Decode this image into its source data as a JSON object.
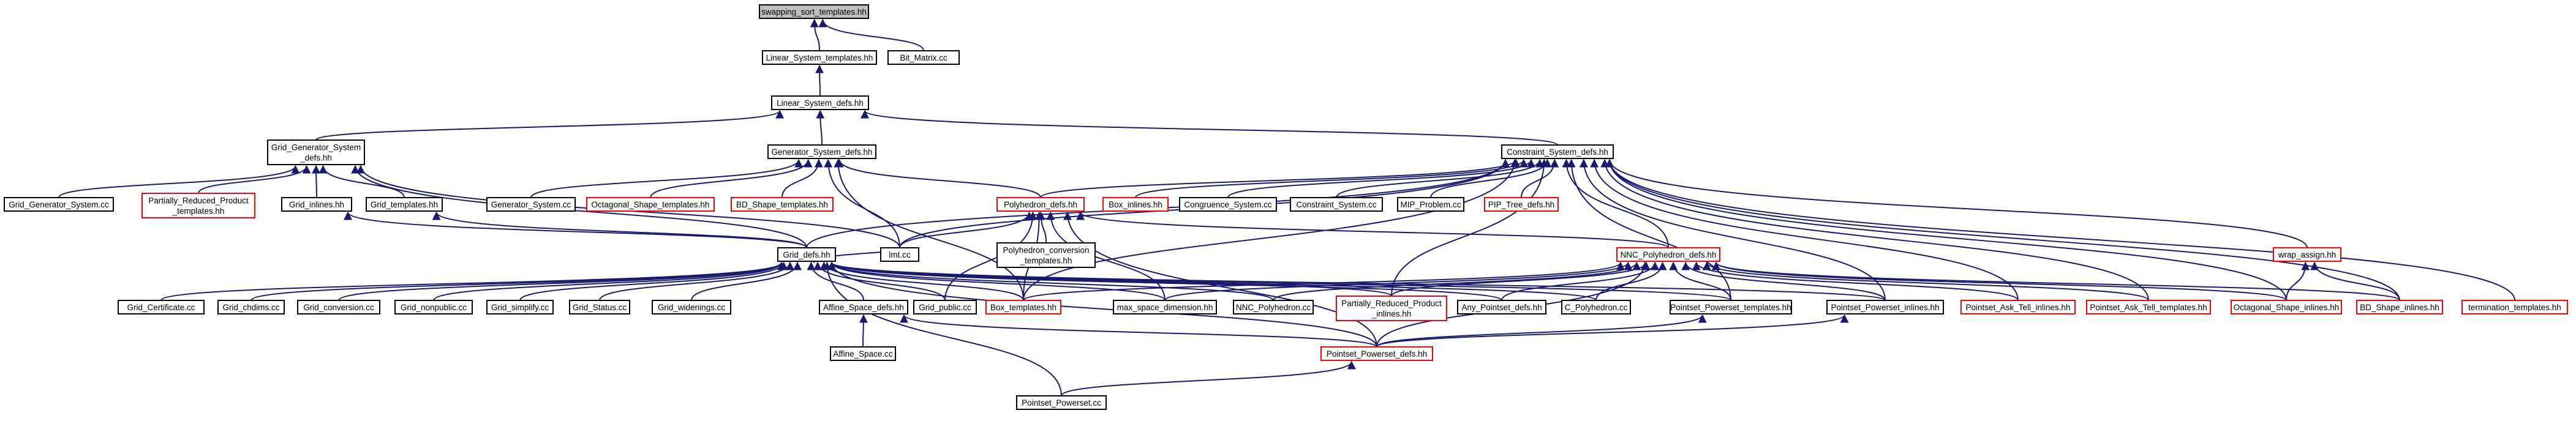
{
  "colors": {
    "edge": "#191970",
    "root_fill": "#bfbfbf",
    "node_fill": "#ffffff",
    "border_documented": "#000000",
    "border_truncated": "#ff0000",
    "text": "#000000"
  },
  "nodes": [
    {
      "id": "root",
      "lines": [
        "swapping_sort_templates.hh"
      ],
      "style": "root"
    },
    {
      "id": "lst",
      "lines": [
        "Linear_System_templates.hh"
      ],
      "style": "normal"
    },
    {
      "id": "bitm",
      "lines": [
        "Bit_Matrix.cc"
      ],
      "style": "normal"
    },
    {
      "id": "lsd",
      "lines": [
        "Linear_System_defs.hh"
      ],
      "style": "normal"
    },
    {
      "id": "ggsd",
      "lines": [
        "Grid_Generator_System",
        "_defs.hh"
      ],
      "style": "normal"
    },
    {
      "id": "gsd",
      "lines": [
        "Generator_System_defs.hh"
      ],
      "style": "normal"
    },
    {
      "id": "csd",
      "lines": [
        "Constraint_System_defs.hh"
      ],
      "style": "normal"
    },
    {
      "id": "ggscc",
      "lines": [
        "Grid_Generator_System.cc"
      ],
      "style": "normal"
    },
    {
      "id": "prpt",
      "lines": [
        "Partially_Reduced_Product",
        "_templates.hh"
      ],
      "style": "truncated"
    },
    {
      "id": "gin",
      "lines": [
        "Grid_inlines.hh"
      ],
      "style": "normal"
    },
    {
      "id": "gtm",
      "lines": [
        "Grid_templates.hh"
      ],
      "style": "normal"
    },
    {
      "id": "gscc",
      "lines": [
        "Generator_System.cc"
      ],
      "style": "normal"
    },
    {
      "id": "ost",
      "lines": [
        "Octagonal_Shape_templates.hh"
      ],
      "style": "truncated"
    },
    {
      "id": "bdst",
      "lines": [
        "BD_Shape_templates.hh"
      ],
      "style": "truncated"
    },
    {
      "id": "pd",
      "lines": [
        "Polyhedron_defs.hh"
      ],
      "style": "truncated"
    },
    {
      "id": "bin",
      "lines": [
        "Box_inlines.hh"
      ],
      "style": "truncated"
    },
    {
      "id": "congcc",
      "lines": [
        "Congruence_System.cc"
      ],
      "style": "normal"
    },
    {
      "id": "cscc",
      "lines": [
        "Constraint_System.cc"
      ],
      "style": "normal"
    },
    {
      "id": "mip",
      "lines": [
        "MIP_Problem.cc"
      ],
      "style": "normal"
    },
    {
      "id": "pip",
      "lines": [
        "PIP_Tree_defs.hh"
      ],
      "style": "truncated"
    },
    {
      "id": "pct",
      "lines": [
        "Polyhedron_conversion",
        "_templates.hh"
      ],
      "style": "normal"
    },
    {
      "id": "lmc",
      "lines": [
        "lmt.cc"
      ],
      "style": "normal"
    },
    {
      "id": "gd",
      "lines": [
        "Grid_defs.hh"
      ],
      "style": "normal"
    },
    {
      "id": "nncd",
      "lines": [
        "NNC_Polyhedron_defs.hh"
      ],
      "style": "truncated"
    },
    {
      "id": "wa",
      "lines": [
        "wrap_assign.hh"
      ],
      "style": "truncated"
    },
    {
      "id": "gcert",
      "lines": [
        "Grid_Certificate.cc"
      ],
      "style": "normal"
    },
    {
      "id": "gchd",
      "lines": [
        "Grid_chdims.cc"
      ],
      "style": "normal"
    },
    {
      "id": "gconv",
      "lines": [
        "Grid_conversion.cc"
      ],
      "style": "normal"
    },
    {
      "id": "gnonp",
      "lines": [
        "Grid_nonpublic.cc"
      ],
      "style": "normal"
    },
    {
      "id": "gsimp",
      "lines": [
        "Grid_simplify.cc"
      ],
      "style": "normal"
    },
    {
      "id": "gstat",
      "lines": [
        "Grid_Status.cc"
      ],
      "style": "normal"
    },
    {
      "id": "gwid",
      "lines": [
        "Grid_widenings.cc"
      ],
      "style": "normal"
    },
    {
      "id": "asd",
      "lines": [
        "Affine_Space_defs.hh"
      ],
      "style": "normal"
    },
    {
      "id": "gpub",
      "lines": [
        "Grid_public.cc"
      ],
      "style": "normal"
    },
    {
      "id": "btm",
      "lines": [
        "Box_templates.hh"
      ],
      "style": "truncated"
    },
    {
      "id": "msd",
      "lines": [
        "max_space_dimension.hh"
      ],
      "style": "normal"
    },
    {
      "id": "nncp",
      "lines": [
        "NNC_Polyhedron.cc"
      ],
      "style": "normal"
    },
    {
      "id": "prpi",
      "lines": [
        "Partially_Reduced_Product",
        "_inlines.hh"
      ],
      "style": "truncated"
    },
    {
      "id": "apd",
      "lines": [
        "Any_Pointset_defs.hh"
      ],
      "style": "normal"
    },
    {
      "id": "cpc",
      "lines": [
        "C_Polyhedron.cc"
      ],
      "style": "normal"
    },
    {
      "id": "ppt",
      "lines": [
        "Pointset_Powerset_templates.hh"
      ],
      "style": "normal"
    },
    {
      "id": "ppi",
      "lines": [
        "Pointset_Powerset_inlines.hh"
      ],
      "style": "normal"
    },
    {
      "id": "pati",
      "lines": [
        "Pointset_Ask_Tell_inlines.hh"
      ],
      "style": "truncated"
    },
    {
      "id": "patt",
      "lines": [
        "Pointset_Ask_Tell_templates.hh"
      ],
      "style": "truncated"
    },
    {
      "id": "osi",
      "lines": [
        "Octagonal_Shape_inlines.hh"
      ],
      "style": "truncated"
    },
    {
      "id": "bdsi",
      "lines": [
        "BD_Shape_inlines.hh"
      ],
      "style": "truncated"
    },
    {
      "id": "termt",
      "lines": [
        "termination_templates.hh"
      ],
      "style": "truncated"
    },
    {
      "id": "asc",
      "lines": [
        "Affine_Space.cc"
      ],
      "style": "normal"
    },
    {
      "id": "ppd",
      "lines": [
        "Pointset_Powerset_defs.hh"
      ],
      "style": "truncated"
    },
    {
      "id": "ppcc",
      "lines": [
        "Pointset_Powerset.cc"
      ],
      "style": "normal"
    }
  ],
  "edges": [
    [
      "lst",
      "root"
    ],
    [
      "bitm",
      "root"
    ],
    [
      "lsd",
      "lst"
    ],
    [
      "ggsd",
      "lsd"
    ],
    [
      "gsd",
      "lsd"
    ],
    [
      "csd",
      "lsd"
    ],
    [
      "ggscc",
      "ggsd"
    ],
    [
      "prpt",
      "ggsd"
    ],
    [
      "gin",
      "ggsd"
    ],
    [
      "gtm",
      "ggsd"
    ],
    [
      "gd",
      "ggsd"
    ],
    [
      "lmc",
      "ggsd"
    ],
    [
      "gscc",
      "gsd"
    ],
    [
      "ost",
      "gsd"
    ],
    [
      "bdst",
      "gsd"
    ],
    [
      "pd",
      "gsd"
    ],
    [
      "lmc",
      "gsd"
    ],
    [
      "btm",
      "gsd"
    ],
    [
      "bin",
      "csd"
    ],
    [
      "congcc",
      "csd"
    ],
    [
      "cscc",
      "csd"
    ],
    [
      "mip",
      "csd"
    ],
    [
      "pip",
      "csd"
    ],
    [
      "pd",
      "csd"
    ],
    [
      "gd",
      "csd"
    ],
    [
      "lmc",
      "csd"
    ],
    [
      "nncd",
      "csd"
    ],
    [
      "wa",
      "csd"
    ],
    [
      "ppt",
      "csd"
    ],
    [
      "ppi",
      "csd"
    ],
    [
      "prpi",
      "csd"
    ],
    [
      "pati",
      "csd"
    ],
    [
      "patt",
      "csd"
    ],
    [
      "osi",
      "csd"
    ],
    [
      "bdsi",
      "csd"
    ],
    [
      "termt",
      "csd"
    ],
    [
      "btm",
      "csd"
    ],
    [
      "gd",
      "gin"
    ],
    [
      "gd",
      "gtm"
    ],
    [
      "pct",
      "pd"
    ],
    [
      "lmc",
      "pd"
    ],
    [
      "nncd",
      "pd"
    ],
    [
      "gpub",
      "pd"
    ],
    [
      "btm",
      "pd"
    ],
    [
      "msd",
      "pd"
    ],
    [
      "ppd",
      "pd"
    ],
    [
      "gcert",
      "gd"
    ],
    [
      "gchd",
      "gd"
    ],
    [
      "gconv",
      "gd"
    ],
    [
      "gnonp",
      "gd"
    ],
    [
      "gsimp",
      "gd"
    ],
    [
      "gstat",
      "gd"
    ],
    [
      "gwid",
      "gd"
    ],
    [
      "asd",
      "gd"
    ],
    [
      "gpub",
      "gd"
    ],
    [
      "btm",
      "gd"
    ],
    [
      "msd",
      "gd"
    ],
    [
      "nncp",
      "gd"
    ],
    [
      "prpi",
      "gd"
    ],
    [
      "apd",
      "gd"
    ],
    [
      "cpc",
      "gd"
    ],
    [
      "ppt",
      "gd"
    ],
    [
      "ppi",
      "gd"
    ],
    [
      "ppd",
      "gd"
    ],
    [
      "ppcc",
      "gd"
    ],
    [
      "lmc",
      "gd"
    ],
    [
      "btm",
      "nncd"
    ],
    [
      "msd",
      "nncd"
    ],
    [
      "nncp",
      "nncd"
    ],
    [
      "prpi",
      "nncd"
    ],
    [
      "apd",
      "nncd"
    ],
    [
      "cpc",
      "nncd"
    ],
    [
      "ppt",
      "nncd"
    ],
    [
      "ppi",
      "nncd"
    ],
    [
      "pati",
      "nncd"
    ],
    [
      "patt",
      "nncd"
    ],
    [
      "osi",
      "nncd"
    ],
    [
      "bdsi",
      "nncd"
    ],
    [
      "ppd",
      "nncd"
    ],
    [
      "osi",
      "wa"
    ],
    [
      "bdsi",
      "wa"
    ],
    [
      "asc",
      "asd"
    ],
    [
      "ppd",
      "asd"
    ],
    [
      "ppd",
      "ppt"
    ],
    [
      "ppd",
      "ppi"
    ],
    [
      "ppcc",
      "ppd"
    ]
  ]
}
